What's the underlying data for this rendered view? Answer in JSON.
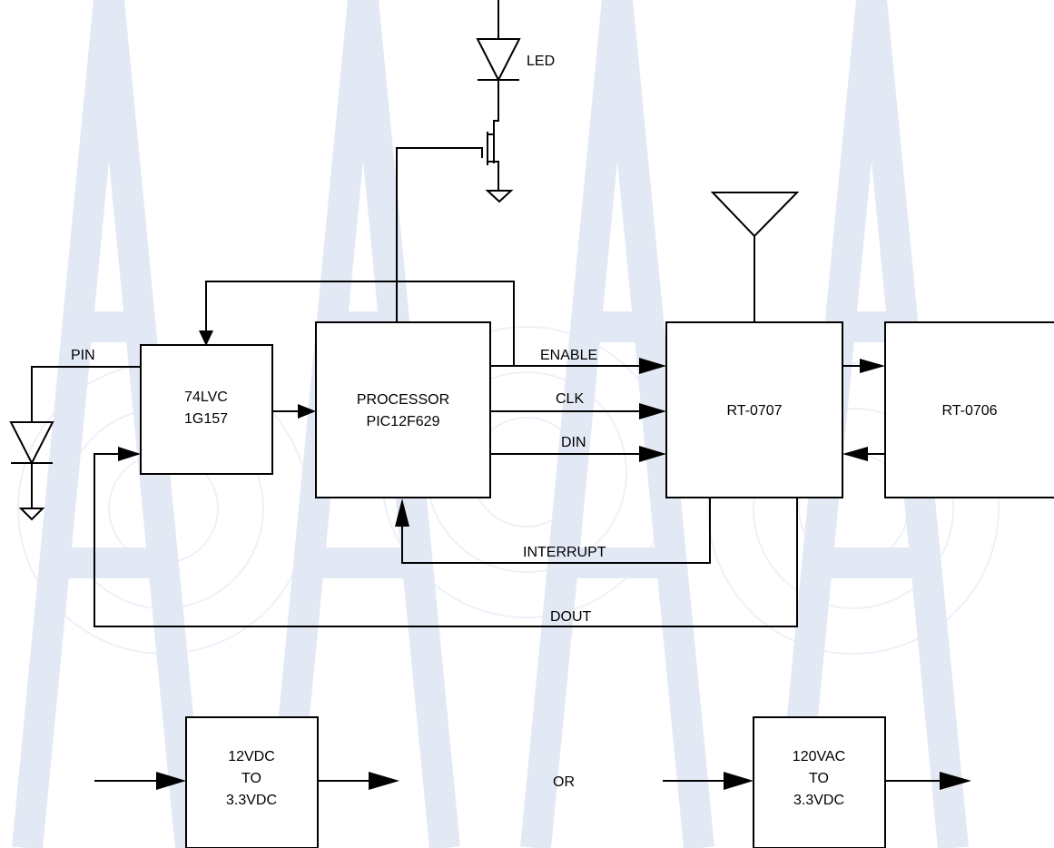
{
  "diagram": {
    "blocks": {
      "mux": {
        "line1": "74LVC",
        "line2": "1G157"
      },
      "processor": {
        "line1": "PROCESSOR",
        "line2": "PIC12F629"
      },
      "rt0707": {
        "label": "RT-0707"
      },
      "rt0706": {
        "label": "RT-0706"
      },
      "psu12": {
        "line1": "12VDC",
        "line2": "TO",
        "line3": "3.3VDC"
      },
      "psu120": {
        "line1": "120VAC",
        "line2": "TO",
        "line3": "3.3VDC"
      }
    },
    "signals": {
      "led": "LED",
      "pin": "PIN",
      "enable": "ENABLE",
      "clk": "CLK",
      "din": "DIN",
      "interrupt": "INTERRUPT",
      "dout": "DOUT"
    },
    "or_text": "OR"
  },
  "colors": {
    "line": "#000000",
    "background": "#ffffff",
    "watermark": "#e3e9f4"
  }
}
